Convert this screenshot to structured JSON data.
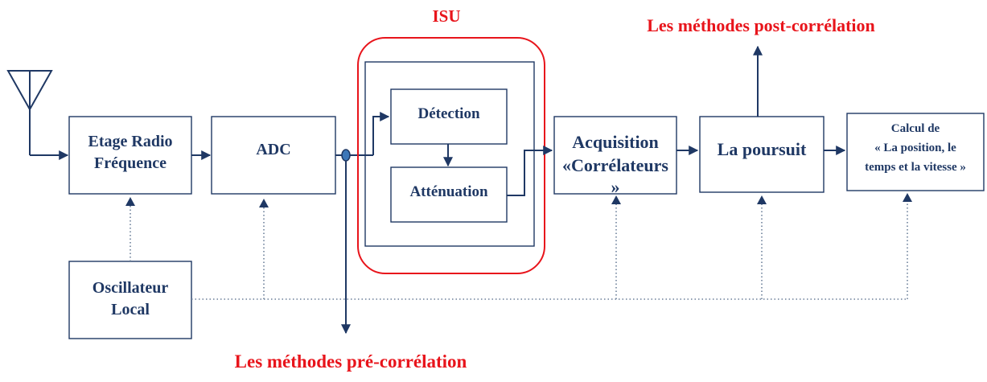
{
  "labels": {
    "isu": "ISU",
    "post_correlation": "Les méthodes post-corrélation",
    "pre_correlation": "Les méthodes pré-corrélation"
  },
  "blocks": {
    "rf_line1": "Etage Radio",
    "rf_line2": "Fréquence",
    "adc": "ADC",
    "detection": "Détection",
    "attenuation": "Atténuation",
    "acquisition_line1": "Acquisition",
    "acquisition_line2": "«Corrélateurs",
    "acquisition_line3": "»",
    "poursuit": "La poursuit",
    "calcul_line1": "Calcul de",
    "calcul_line2": "« La position, le",
    "calcul_line3": "temps et la vitesse »",
    "oscillator_line1": "Oscillateur",
    "oscillator_line2": "Local"
  },
  "colors": {
    "block_stroke": "#1f3864",
    "text": "#1f3864",
    "highlight": "#e8141b",
    "dotted": "#6b7f99"
  }
}
